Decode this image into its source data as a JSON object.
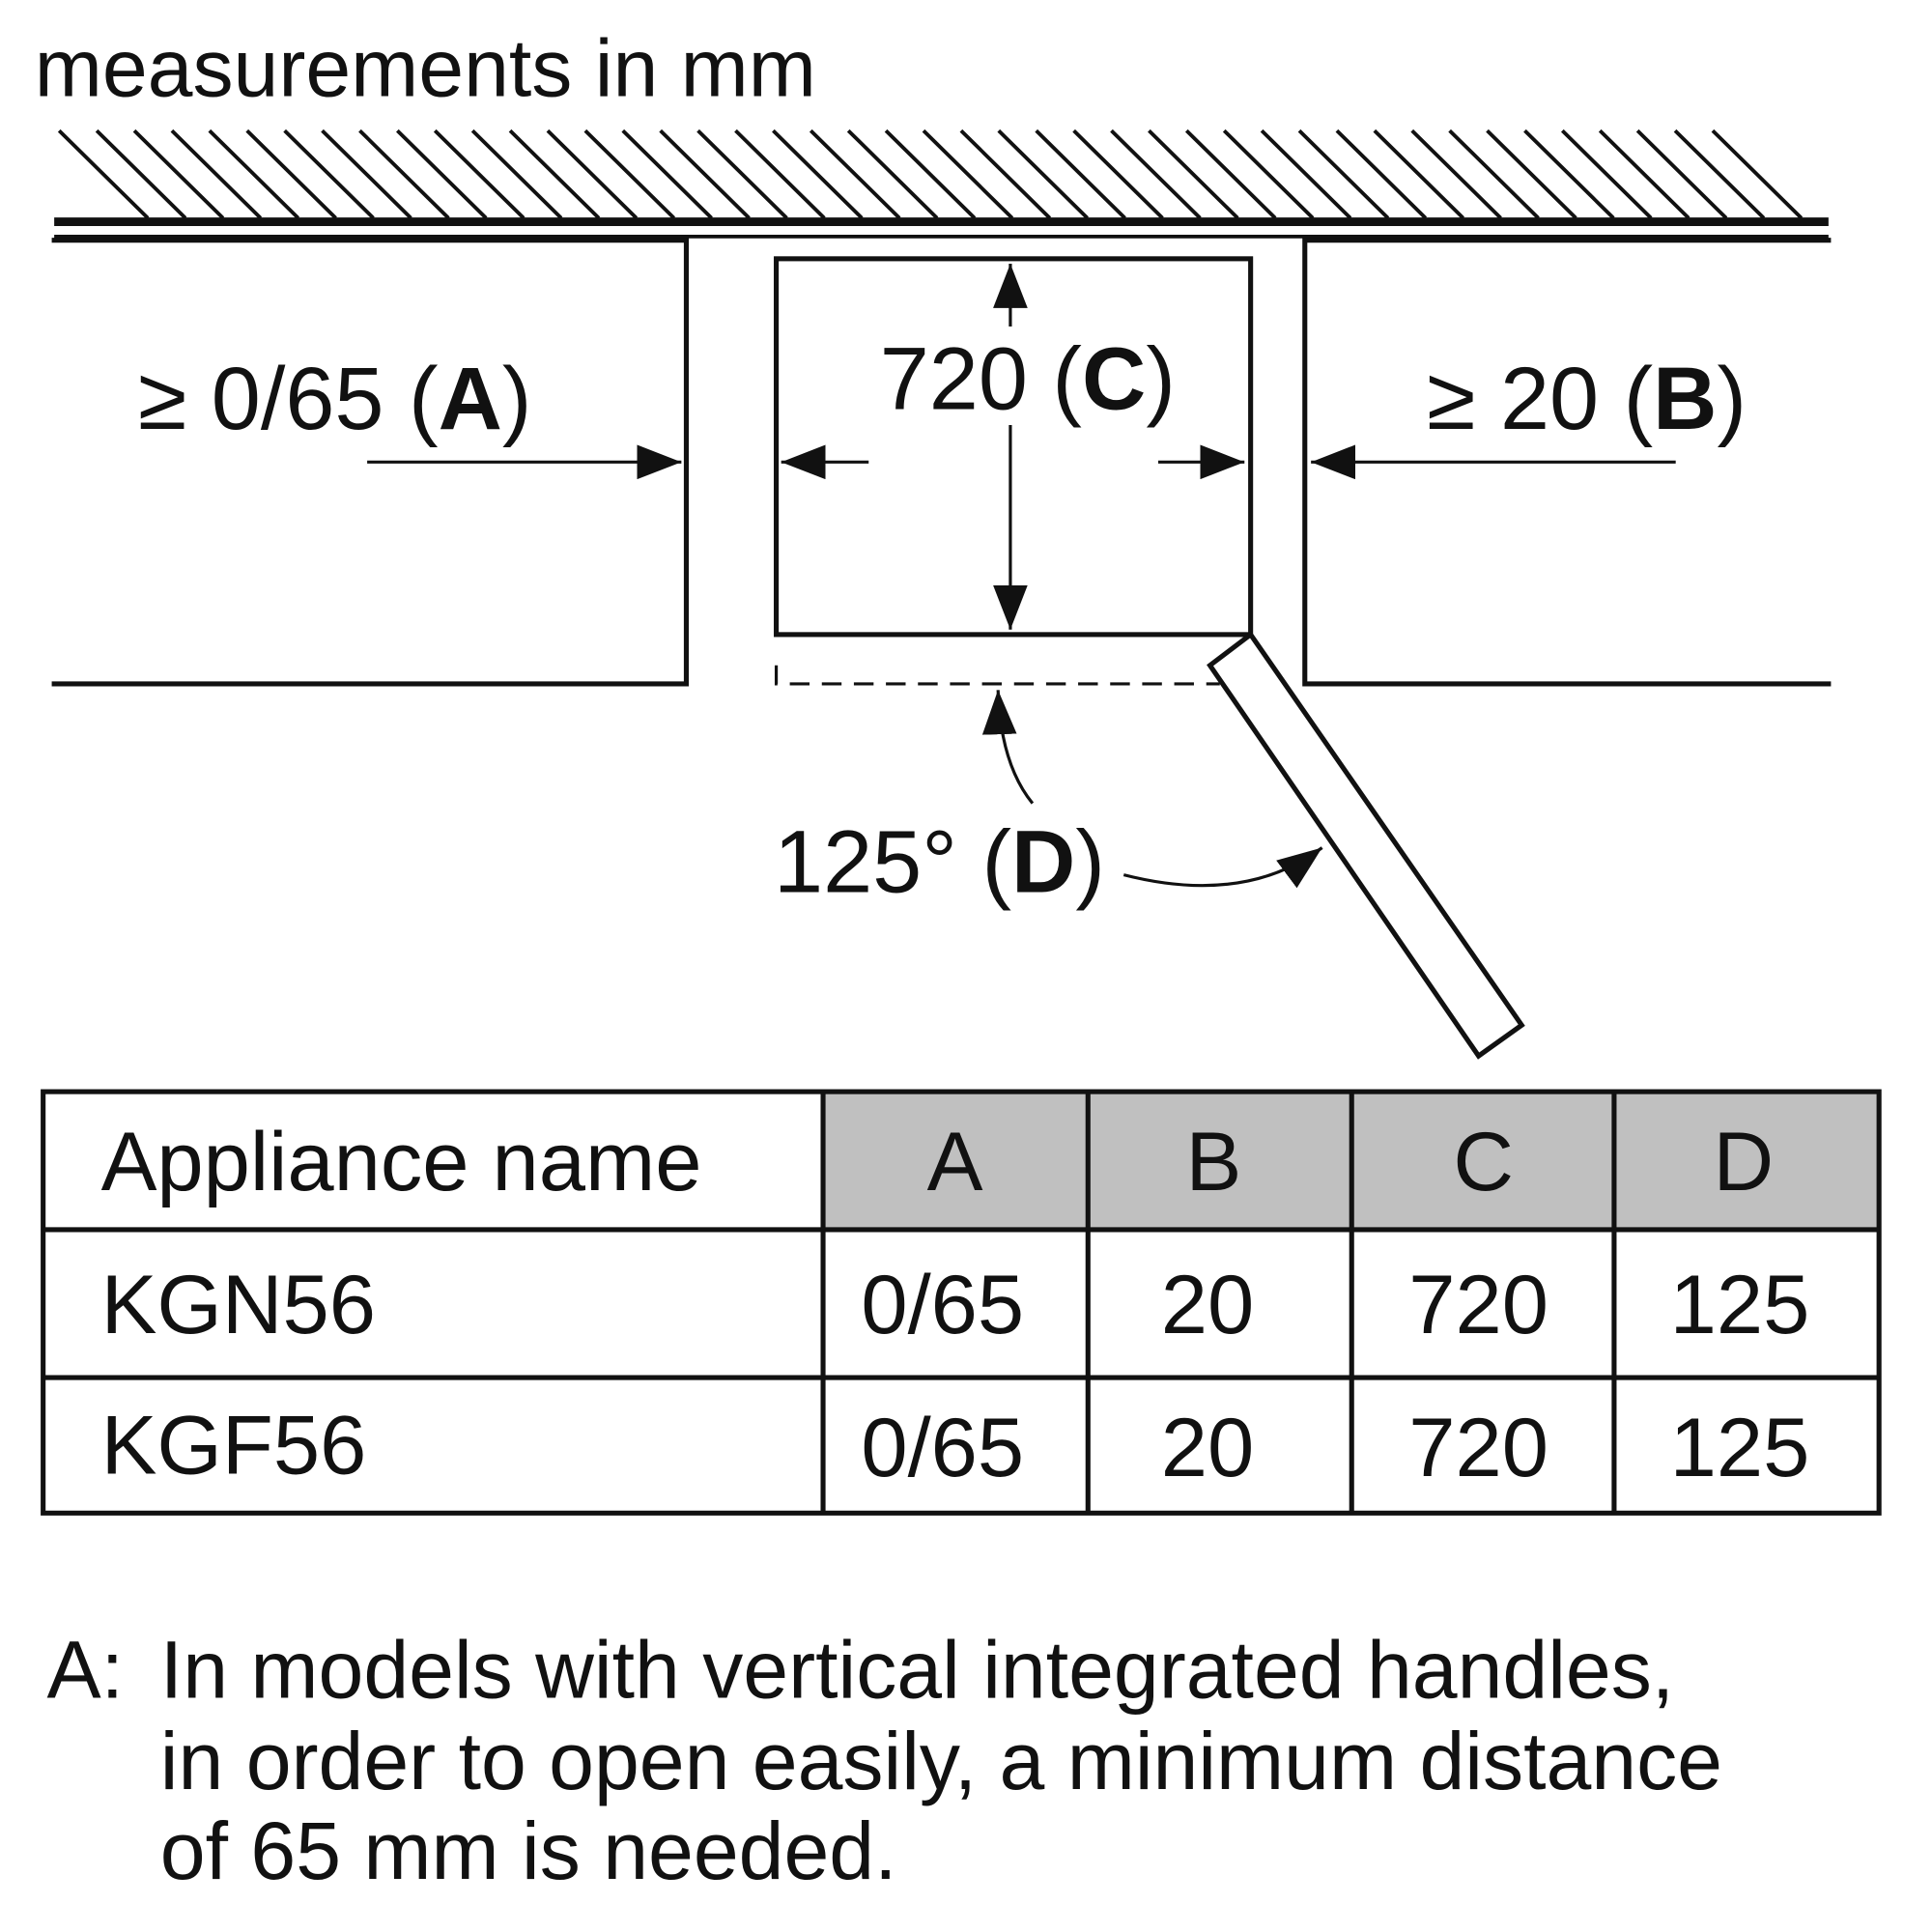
{
  "title": "measurements in mm",
  "labels": {
    "a": {
      "prefix": "≥ 0/65 (",
      "letter": "A",
      "suffix": ")"
    },
    "c": {
      "prefix": "720 (",
      "letter": "C",
      "suffix": ")"
    },
    "b": {
      "prefix": "≥ 20 (",
      "letter": "B",
      "suffix": ")"
    },
    "d": {
      "prefix": "125° (",
      "letter": "D",
      "suffix": ")"
    }
  },
  "table": {
    "headers": [
      "Appliance name",
      "A",
      "B",
      "C",
      "D"
    ],
    "rows": [
      [
        "KGN56",
        "0/65",
        "20",
        "720",
        "125"
      ],
      [
        "KGF56",
        "0/65",
        "20",
        "720",
        "125"
      ]
    ],
    "header_color": "#c0c0c0"
  },
  "footnote": {
    "marker": "A:",
    "lines": [
      "In models with vertical integrated handles,",
      "in order to open easily, a minimum distance",
      "of 65 mm is needed."
    ]
  }
}
